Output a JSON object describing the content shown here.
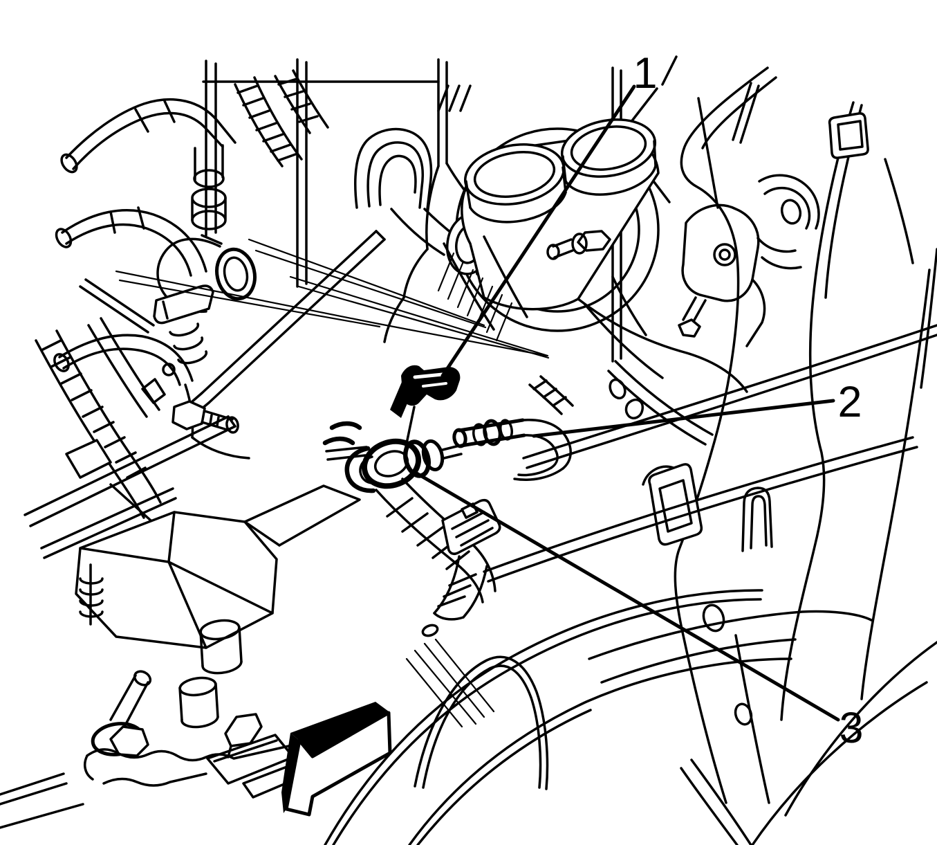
{
  "figure": {
    "background_color": "#ffffff",
    "line_color": "#000000",
    "callouts": [
      {
        "label": "1"
      },
      {
        "label": "2"
      },
      {
        "label": "3"
      }
    ],
    "icons": {
      "direction_arrow": "front-of-vehicle-arrow"
    }
  }
}
